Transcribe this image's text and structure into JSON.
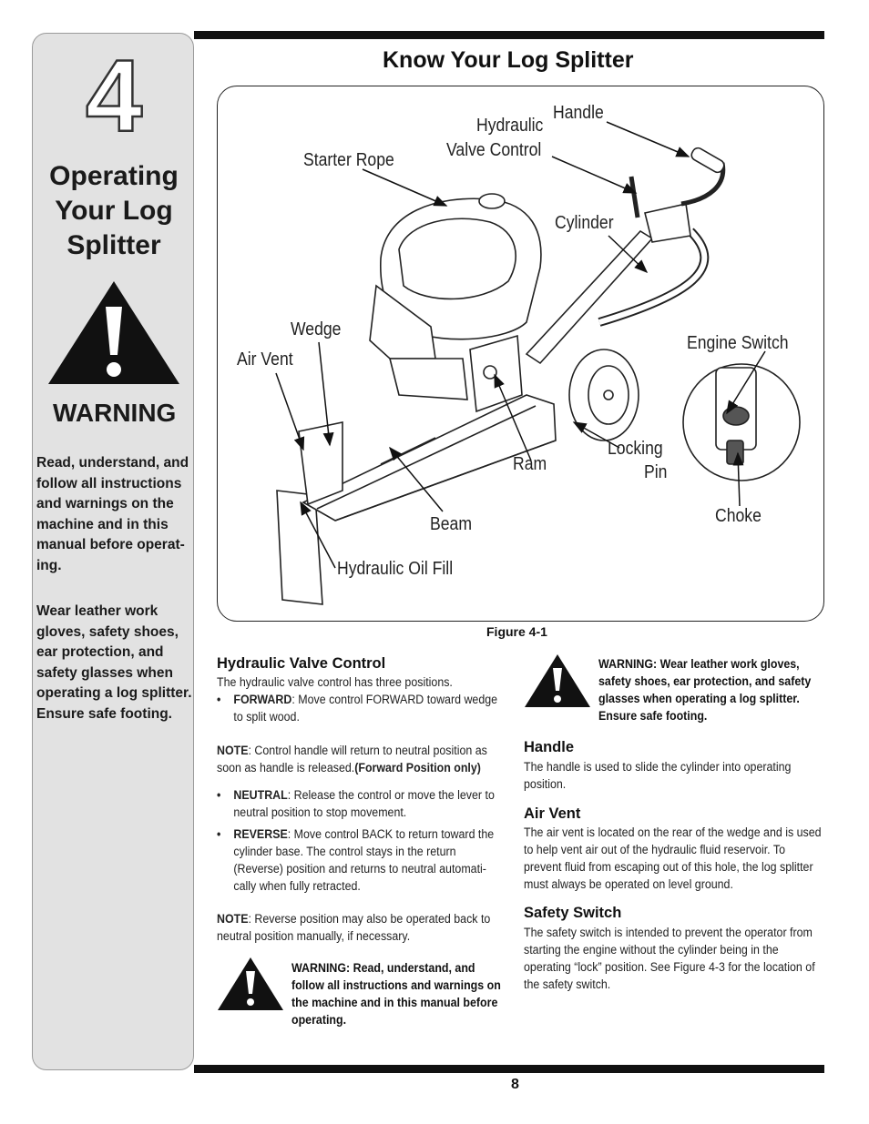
{
  "sidebar": {
    "chapter_number": "4",
    "title_lines": [
      "Operating",
      "Your Log",
      "Splitter"
    ],
    "warning_heading": "WARNING",
    "paragraph1": "Read, understand, and follow all instructions and warnings on the machine and in this manual before operat-ing.",
    "paragraph2": "Wear leather work gloves, safety shoes, ear protection, and safety glasses when operating a log splitter. Ensure safe footing."
  },
  "page_title": "Know Your Log Splitter",
  "figure": {
    "caption": "Figure 4-1",
    "labels": {
      "handle": "Handle",
      "hydraulic_valve_control_1": "Hydraulic",
      "hydraulic_valve_control_2": "Valve Control",
      "starter_rope": "Starter Rope",
      "cylinder": "Cylinder",
      "wedge": "Wedge",
      "air_vent": "Air Vent",
      "engine_switch": "Engine Switch",
      "locking_pin_1": "Locking",
      "locking_pin_2": "Pin",
      "ram": "Ram",
      "beam": "Beam",
      "choke": "Choke",
      "hydraulic_oil_fill": "Hydraulic Oil Fill"
    }
  },
  "hvc": {
    "heading": "Hydraulic Valve Control",
    "intro": "The hydraulic valve control has three positions.",
    "forward_term": "FORWARD",
    "forward_text": ": Move control FORWARD toward wedge to split wood.",
    "note1_term": "NOTE",
    "note1_text": ": Control handle will return to neutral position as soon as handle is released.",
    "note1_bold": "(Forward Position only)",
    "neutral_term": "NEUTRAL",
    "neutral_text": ": Release the control or move the lever to neutral position to stop movement.",
    "reverse_term": "REVERSE",
    "reverse_text": ": Move control BACK to return toward the cylinder base. The control stays in the return (Reverse) position and returns to neutral automati-cally when fully retracted.",
    "note2_term": "NOTE",
    "note2_text": ": Reverse position may also be operated back to neutral position manually, if necessary.",
    "warning_text": "WARNING: Read, understand, and follow all instructions and warnings on the machine and in this manual before operating."
  },
  "right_col": {
    "warning_text": "WARNING: Wear leather work gloves, safety shoes, ear protection, and safety glasses when operating a log splitter. Ensure safe footing.",
    "handle_heading": "Handle",
    "handle_text": "The handle is used to slide the cylinder into operating position.",
    "airvent_heading": "Air Vent",
    "airvent_text": "The air vent is located on the rear of the wedge and is used to help vent air out of the hydraulic fluid reservoir. To prevent fluid from escaping out of this hole, the log splitter must always be operated on level ground.",
    "safety_heading": "Safety Switch",
    "safety_text": "The safety switch is intended to prevent the operator from starting the engine without the cylinder being in the operating “lock” position. See Figure 4-3 for the location of the safety switch."
  },
  "page_number": "8"
}
